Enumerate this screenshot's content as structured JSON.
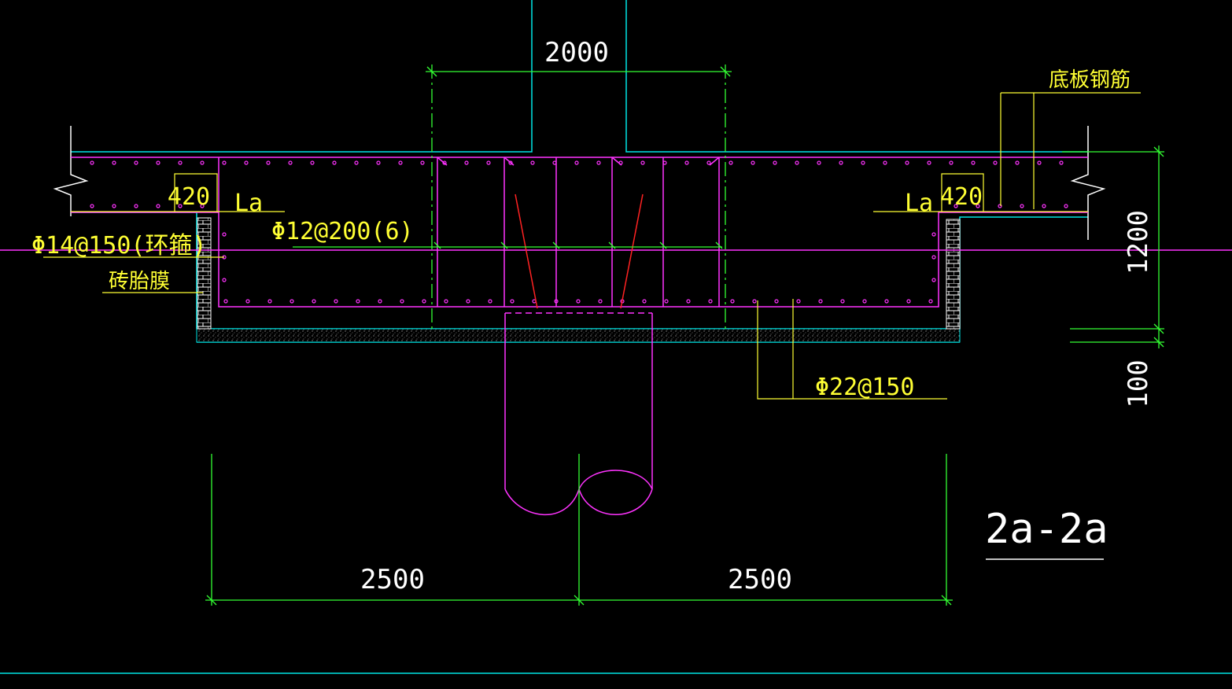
{
  "drawing": {
    "section_title": "2a-2a",
    "dimensions": {
      "top_width": "2000",
      "left_width": "2500",
      "right_width": "2500",
      "depth": "1200",
      "cushion": "100",
      "left_offset": "420",
      "right_offset": "420"
    },
    "labels": {
      "la_left": "La",
      "la_right": "La",
      "bottom_plate_rebar": "底板钢筋",
      "stirrup_rebar": "Φ12@200(6)",
      "ring_rebar": "Φ14@150(环箍)",
      "brick_formwork": "砖胎膜",
      "bottom_rebar": "Φ22@150"
    },
    "colors": {
      "background": "#000000",
      "concrete_outline": "#00e5e5",
      "rebar": "#ff33ff",
      "dimension": "#33ff33",
      "text_label": "#ffff33",
      "text_dimension": "#ffffff",
      "pile_anchor": "#ff2222"
    }
  }
}
